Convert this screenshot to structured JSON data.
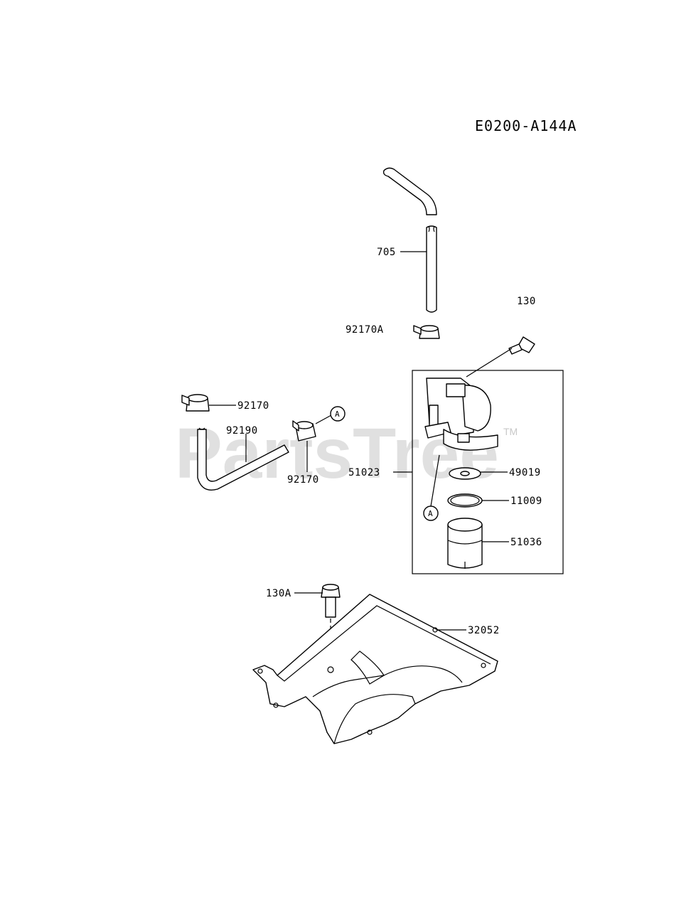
{
  "diagram_code": "E0200-A144A",
  "watermark": {
    "text": "PartsTree",
    "tm": "TM"
  },
  "ref_marker": "A",
  "parts": {
    "p705": "705",
    "p130": "130",
    "p92170A": "92170A",
    "p92170_left": "92170",
    "p92190": "92190",
    "p92170_mid": "92170",
    "p51023": "51023",
    "p49019": "49019",
    "p11009": "11009",
    "p51036": "51036",
    "p130A": "130A",
    "p32052": "32052"
  }
}
